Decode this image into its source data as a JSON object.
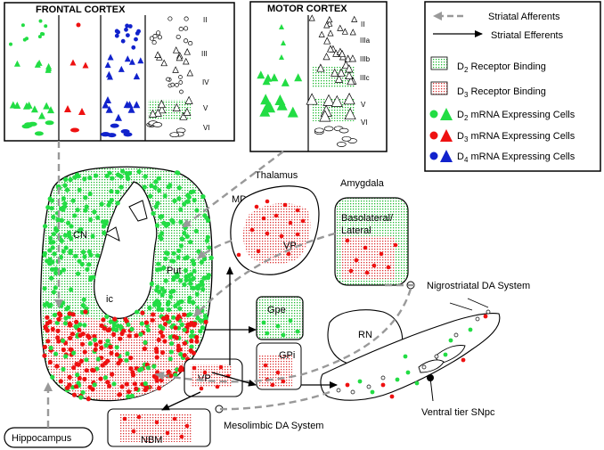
{
  "panels": {
    "frontal_cortex": {
      "title": "FRONTAL CORTEX",
      "layers": [
        "II",
        "III",
        "IV",
        "V",
        "VI"
      ]
    },
    "motor_cortex": {
      "title": "MOTOR CORTEX",
      "layers": [
        "II",
        "IIIa",
        "IIIb",
        "IIIc",
        "V",
        "VI"
      ]
    }
  },
  "legend": {
    "afferents": "Striatal Afferents",
    "efferents": "Striatal Efferents",
    "d2_binding": {
      "prefix": "D",
      "sub": "2",
      "text": " Receptor Binding"
    },
    "d3_binding": {
      "prefix": "D",
      "sub": "3",
      "text": " Receptor Binding"
    },
    "d2_mrna": {
      "prefix": "D",
      "sub": "2",
      "text": " mRNA Expressing Cells"
    },
    "d3_mrna": {
      "prefix": "D",
      "sub": "3",
      "text": " mRNA Expressing Cells"
    },
    "d4_mrna": {
      "prefix": "D",
      "sub": "4",
      "text": " mRNA Expressing Cells"
    }
  },
  "structures": {
    "cn": "CN",
    "put": "Put",
    "ic": "ic",
    "thalamus": "Thalamus",
    "md_av": "MD/AV",
    "vp_thal": "VP",
    "amygdala": "Amygdala",
    "basolateral_line1": "Basolateral/",
    "basolateral_line2": "Lateral",
    "gpe": "Gpe",
    "gpi": "GPi",
    "vp_ventral": "VP",
    "rn": "RN",
    "nbm": "NBM",
    "hippocampus": "Hippocampus"
  },
  "annotations": {
    "nigrostriatal": "Nigrostriatal DA System",
    "mesolimbic": "Mesolimbic DA System",
    "ventral_tier": "Ventral tier SNpc"
  },
  "colors": {
    "d2": "#22dd44",
    "d3": "#ee1111",
    "d4": "#1122cc",
    "d2_binding_fill": "#ccf0cc",
    "d3_binding_fill": "#f8c8c8",
    "arrow_gray": "#999999"
  }
}
